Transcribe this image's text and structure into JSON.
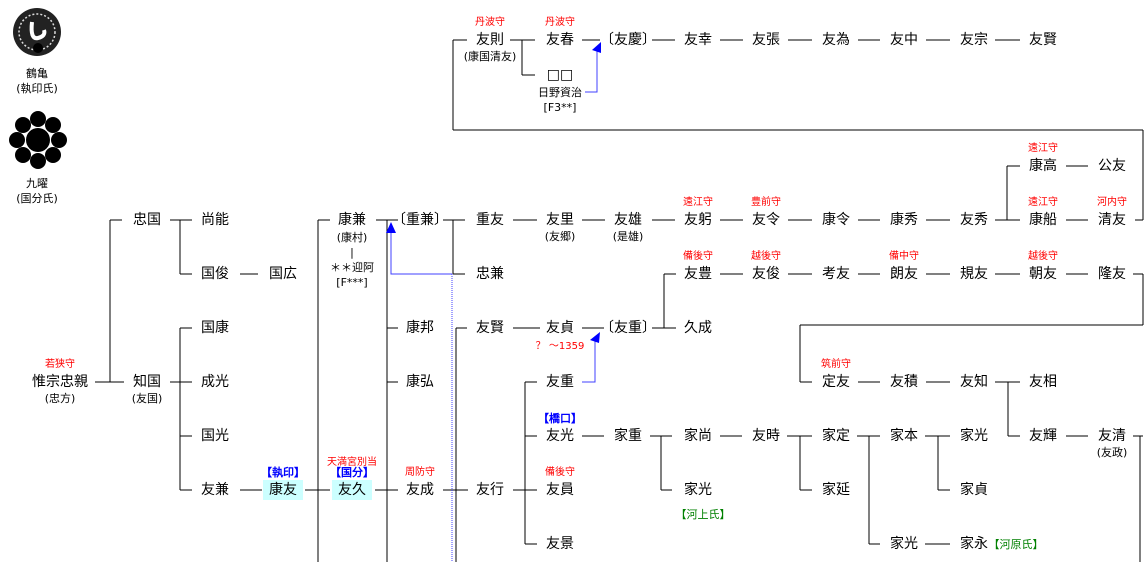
{
  "crests": [
    {
      "name": "鶴亀",
      "clan": "(執印氏)",
      "icon": "crane-turtle-crest-icon"
    },
    {
      "name": "九曜",
      "clan": "(国分氏)",
      "icon": "nine-stars-crest-icon"
    }
  ],
  "colors": {
    "title": "#ff0000",
    "clan_label": "#0000ff",
    "branch_label": "#008000",
    "highlight": "#ccffff",
    "arrow": "#0000ff"
  },
  "nodes": [
    {
      "id": "tadachika",
      "name": "惟宗忠親",
      "sub": "(忠方)",
      "title": "若狭守"
    },
    {
      "id": "tomokuni",
      "name": "知国",
      "sub": "(友国)"
    },
    {
      "id": "tadakuni",
      "name": "忠国"
    },
    {
      "id": "naoyoshi",
      "name": "尚能"
    },
    {
      "id": "kunitoshi",
      "name": "国俊"
    },
    {
      "id": "kunihiro",
      "name": "国広"
    },
    {
      "id": "kuniyasu",
      "name": "国康"
    },
    {
      "id": "narimitsu",
      "name": "成光"
    },
    {
      "id": "kunimitsu",
      "name": "国光"
    },
    {
      "id": "tomokane",
      "name": "友兼"
    },
    {
      "id": "yasutomo",
      "name": "康友",
      "label": "【執印】",
      "hl": true
    },
    {
      "id": "tomohisa",
      "name": "友久",
      "label": "【国分】",
      "title": "天満宮別当",
      "hl": true
    },
    {
      "id": "yasukane",
      "name": "康兼",
      "sub": "(康村)\n|\n＊＊迎阿\n[F***]"
    },
    {
      "id": "shigekane",
      "name": "〔重兼〕"
    },
    {
      "id": "yasukuni",
      "name": "康邦"
    },
    {
      "id": "yasuhiro",
      "name": "康弘"
    },
    {
      "id": "tomonari",
      "name": "友成",
      "title": "周防守"
    },
    {
      "id": "shigetomo",
      "name": "重友"
    },
    {
      "id": "tadakane",
      "name": "忠兼"
    },
    {
      "id": "tomokata",
      "name": "友賢"
    },
    {
      "id": "tomoyuki",
      "name": "友行"
    },
    {
      "id": "tomosato",
      "name": "友里",
      "sub": "(友郷)"
    },
    {
      "id": "tomoo",
      "name": "友雄",
      "sub": "(是雄)"
    },
    {
      "id": "tomomi",
      "name": "友躬",
      "title": "遠江守"
    },
    {
      "id": "tomonori2",
      "name": "友令",
      "title": "豊前守"
    },
    {
      "id": "yasunori",
      "name": "康令"
    },
    {
      "id": "yasuhide",
      "name": "康秀"
    },
    {
      "id": "tomohide",
      "name": "友秀"
    },
    {
      "id": "yasufune",
      "name": "康船",
      "title": "遠江守"
    },
    {
      "id": "kiyotomo",
      "name": "清友",
      "title": "河内守"
    },
    {
      "id": "yasutaka",
      "name": "康高",
      "title": "遠江守"
    },
    {
      "id": "kimitomo",
      "name": "公友"
    },
    {
      "id": "tomotoyo",
      "name": "友豊",
      "title": "備後守"
    },
    {
      "id": "tomotoshi",
      "name": "友俊",
      "title": "越後守"
    },
    {
      "id": "takatomo",
      "name": "考友"
    },
    {
      "id": "akitomo",
      "name": "朗友",
      "title": "備中守"
    },
    {
      "id": "noritomo",
      "name": "規友"
    },
    {
      "id": "asatomo",
      "name": "朝友",
      "title": "越後守"
    },
    {
      "id": "takatomo2",
      "name": "隆友"
    },
    {
      "id": "tomosada",
      "name": "友貞",
      "note": "？ ～1359"
    },
    {
      "id": "tomoshige_b",
      "name": "〔友重〕"
    },
    {
      "id": "hisanari",
      "name": "久成"
    },
    {
      "id": "tomoshige",
      "name": "友重"
    },
    {
      "id": "tomomitsu",
      "name": "友光",
      "label": "【橋口】"
    },
    {
      "id": "tomokazu",
      "name": "友員",
      "title": "備後守"
    },
    {
      "id": "tomokage",
      "name": "友景"
    },
    {
      "id": "ieshige",
      "name": "家重"
    },
    {
      "id": "ienao",
      "name": "家尚"
    },
    {
      "id": "iemitsu1",
      "name": "家光",
      "green": "【河上氏】"
    },
    {
      "id": "tomotoki",
      "name": "友時"
    },
    {
      "id": "iesada",
      "name": "家定"
    },
    {
      "id": "ienobu",
      "name": "家延"
    },
    {
      "id": "iemoto",
      "name": "家本"
    },
    {
      "id": "iemitsu2",
      "name": "家光"
    },
    {
      "id": "iesada2",
      "name": "家貞"
    },
    {
      "id": "iemitsu3",
      "name": "家光"
    },
    {
      "id": "ienaga",
      "name": "家永",
      "green": "【河原氏】"
    },
    {
      "id": "sadatomo",
      "name": "定友",
      "title": "筑前守"
    },
    {
      "id": "tomotsumi",
      "name": "友積"
    },
    {
      "id": "tomotomo",
      "name": "友知"
    },
    {
      "id": "tomosuke",
      "name": "友相"
    },
    {
      "id": "tomoteru",
      "name": "友輝"
    },
    {
      "id": "tomokiyo",
      "name": "友清",
      "sub": "(友政)"
    },
    {
      "id": "tomonori",
      "name": "友則",
      "sub": "(康国清友)",
      "title": "丹波守"
    },
    {
      "id": "tomoharu",
      "name": "友春",
      "title": "丹波守"
    },
    {
      "id": "tomoyoshi",
      "name": "〔友慶〕"
    },
    {
      "id": "tomoyuki2",
      "name": "友幸"
    },
    {
      "id": "tomoharu2",
      "name": "友張"
    },
    {
      "id": "tomotame",
      "name": "友為"
    },
    {
      "id": "tomonaka",
      "name": "友中"
    },
    {
      "id": "tomomune",
      "name": "友宗"
    },
    {
      "id": "tomokata2",
      "name": "友賢"
    },
    {
      "id": "unknown",
      "name": "□□",
      "sub": "日野資治\n[F3**]"
    }
  ]
}
